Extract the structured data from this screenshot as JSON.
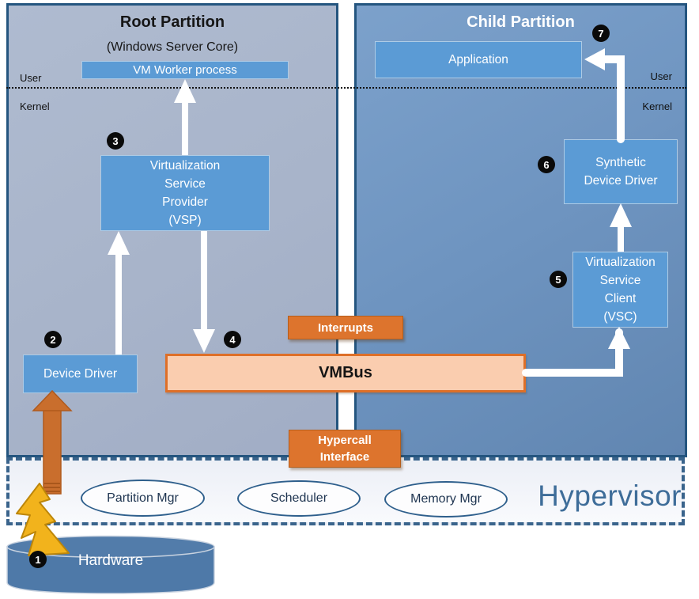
{
  "root_partition": {
    "title": "Root Partition",
    "subtitle": "(Windows Server Core)",
    "user_label": "User",
    "kernel_label": "Kernel",
    "vm_worker": "VM Worker process",
    "vsp": "Virtualization\nService\nProvider\n(VSP)",
    "device_driver": "Device Driver"
  },
  "child_partition": {
    "title": "Child Partition",
    "user_label": "User",
    "kernel_label": "Kernel",
    "application": "Application",
    "synthetic_device_driver": "Synthetic\nDevice Driver",
    "vsc": "Virtualization\nService\nClient\n(VSC)"
  },
  "bus": {
    "vmbus": "VMBus",
    "interrupts": "Interrupts",
    "hypercall_interface": "Hypercall\nInterface"
  },
  "hypervisor": {
    "label": "Hypervisor",
    "components": [
      "Partition Mgr",
      "Scheduler",
      "Memory Mgr"
    ]
  },
  "hardware": {
    "label": "Hardware"
  },
  "steps": [
    "1",
    "2",
    "3",
    "4",
    "5",
    "6",
    "7"
  ],
  "colors": {
    "panel_border": "#24557F",
    "root_fill": "#A8B4CA",
    "child_fill": "#6E94C0",
    "box_blue": "#5B9BD5",
    "orange_accent": "#DD742D",
    "vmbus_fill": "#FACDAF",
    "hypervisor_text": "#3E6D99",
    "dashed_border": "#3A648C",
    "lightning_gold": "#F2B31C",
    "cylinder_blue": "#4E79A8"
  }
}
